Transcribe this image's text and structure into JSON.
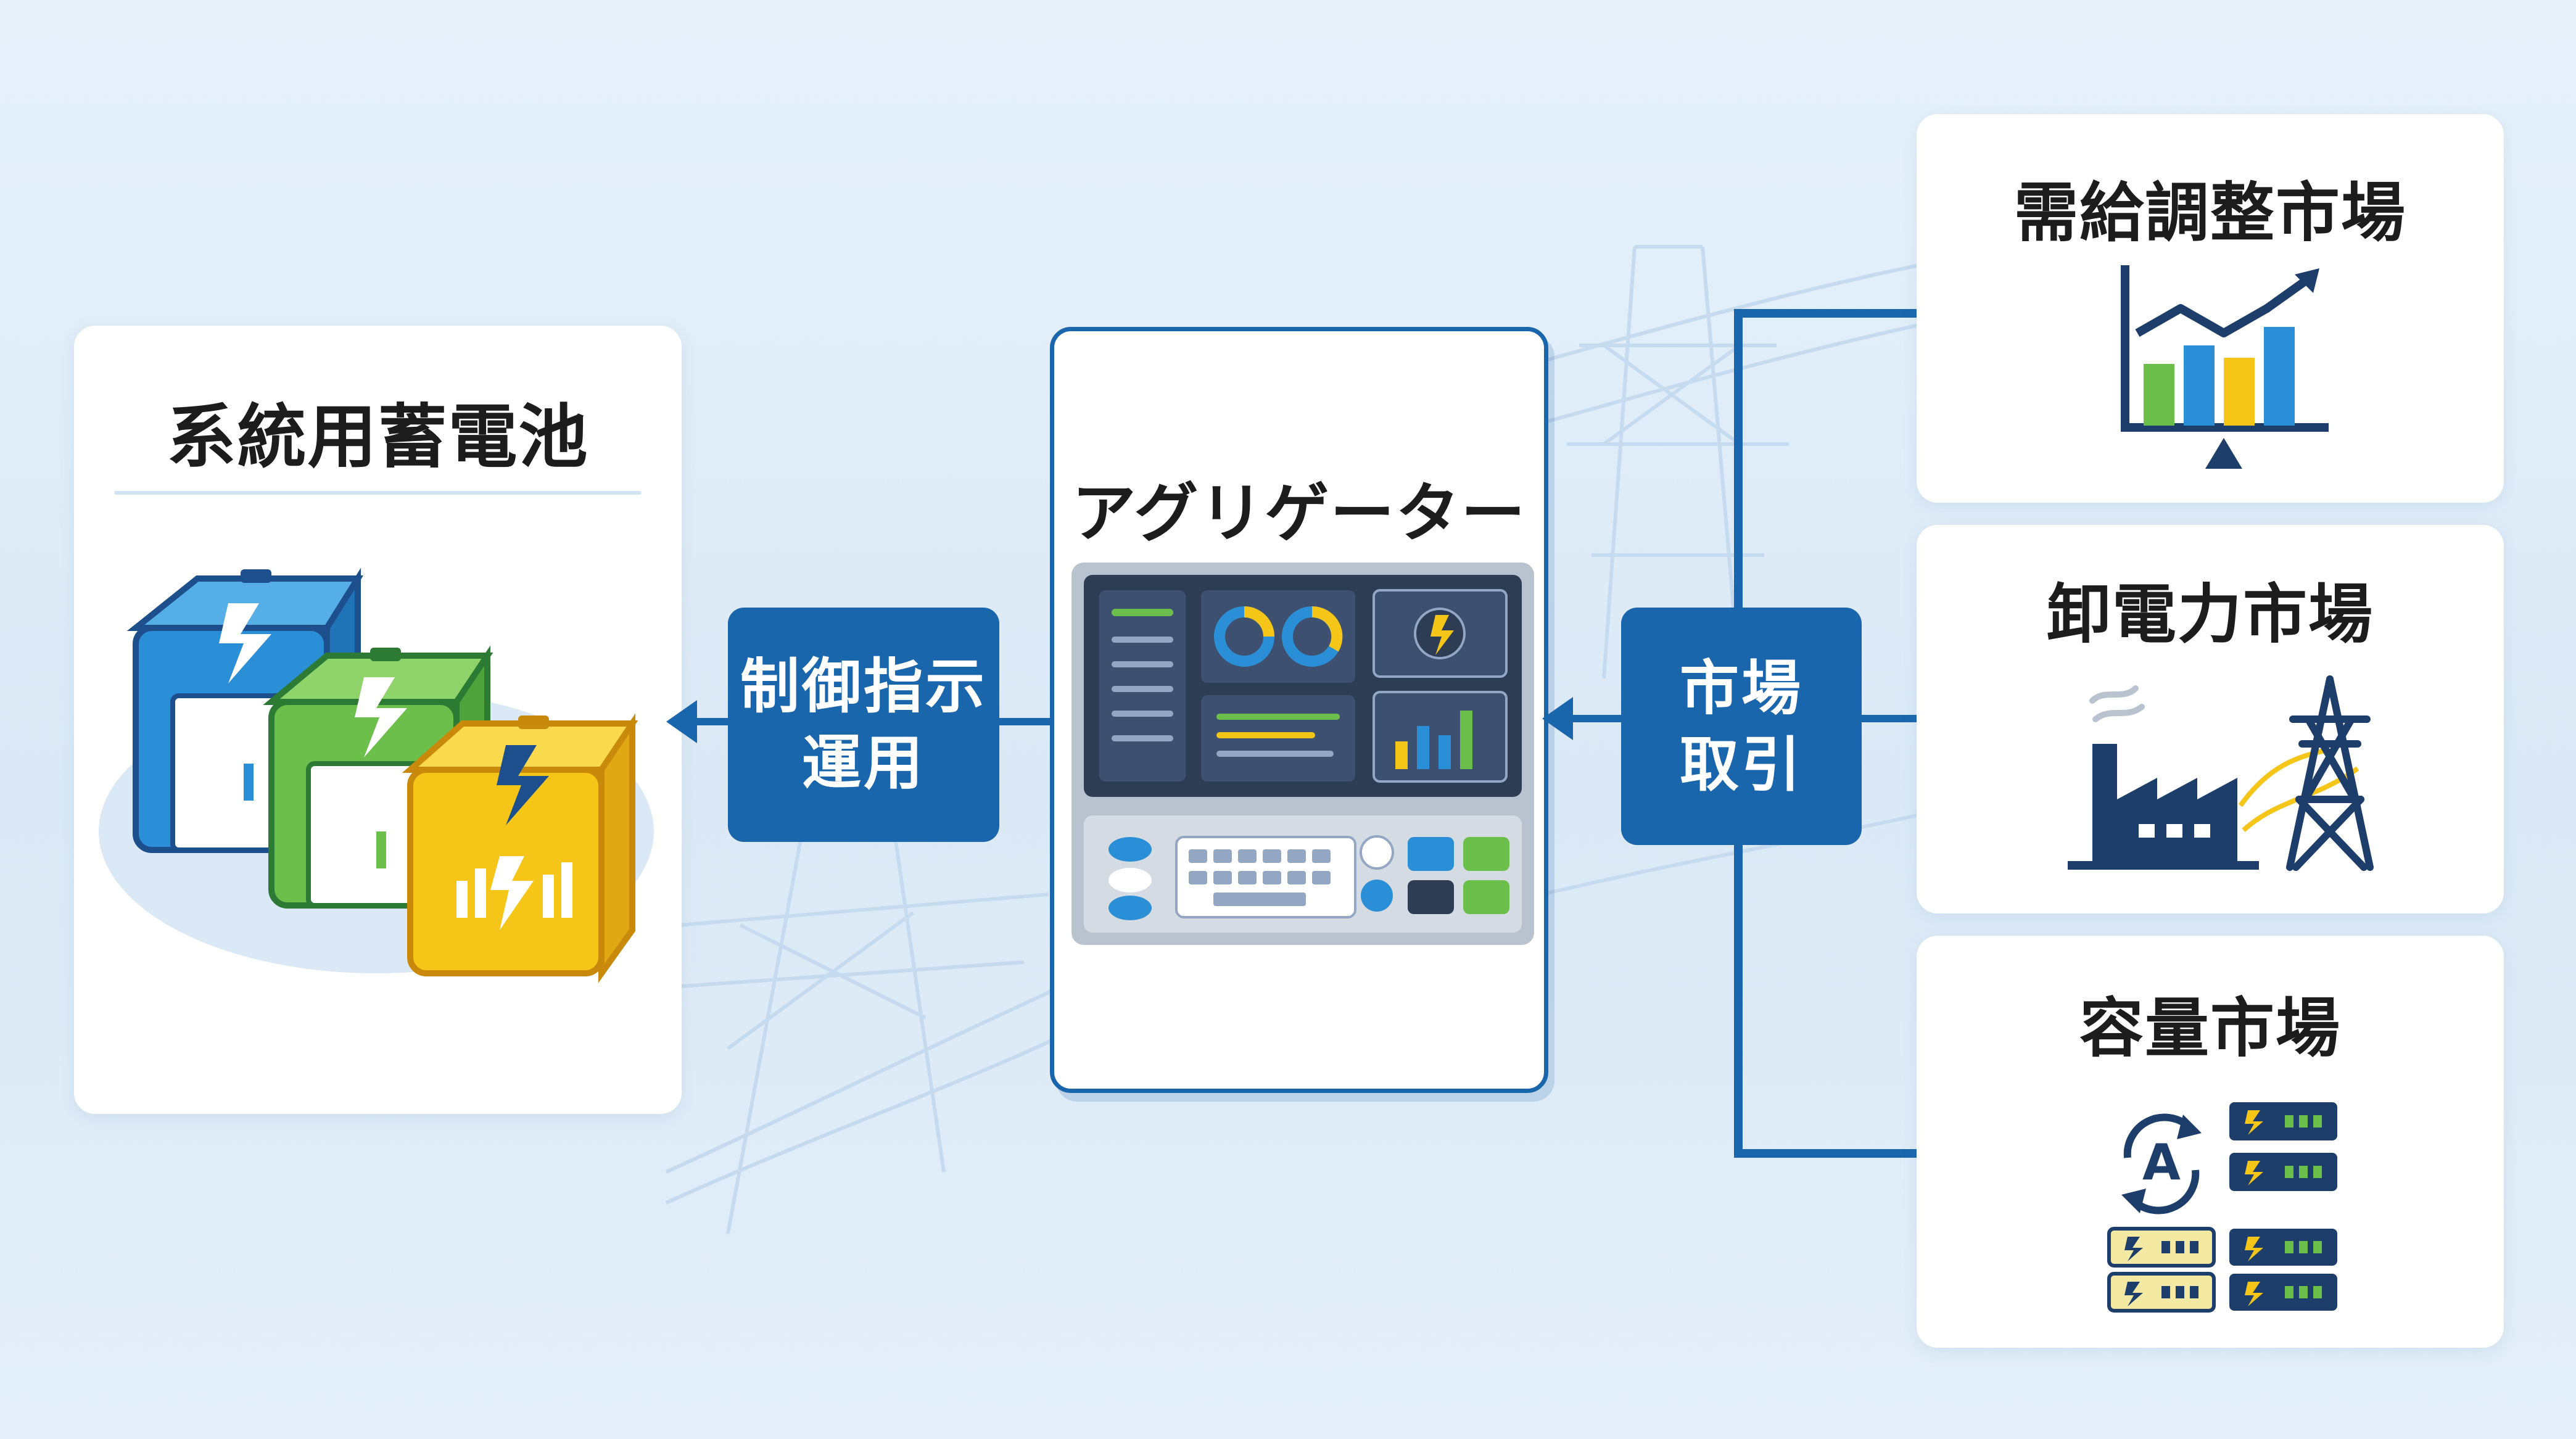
{
  "battery": {
    "title": "系統用蓄電池"
  },
  "aggregator": {
    "title": "アグリゲーター"
  },
  "control": {
    "line1": "制御指示",
    "line2": "運用"
  },
  "trade": {
    "line1": "市場",
    "line2": "取引"
  },
  "markets": [
    {
      "title": "需給調整市場"
    },
    {
      "title": "卸電力市場"
    },
    {
      "title": "容量市場"
    }
  ],
  "colors": {
    "accent_blue": "#1a66ad",
    "battery_blue": "#2a8fd6",
    "battery_green": "#6cbf4b",
    "battery_yellow": "#f5c518",
    "navy": "#1d3d6b"
  },
  "icons": {
    "battery_stack": "battery-stack-icon",
    "control_console": "control-console-icon",
    "chart": "chart-icon",
    "factory_tower": "factory-tower-icon",
    "capacity": "capacity-servers-icon"
  }
}
